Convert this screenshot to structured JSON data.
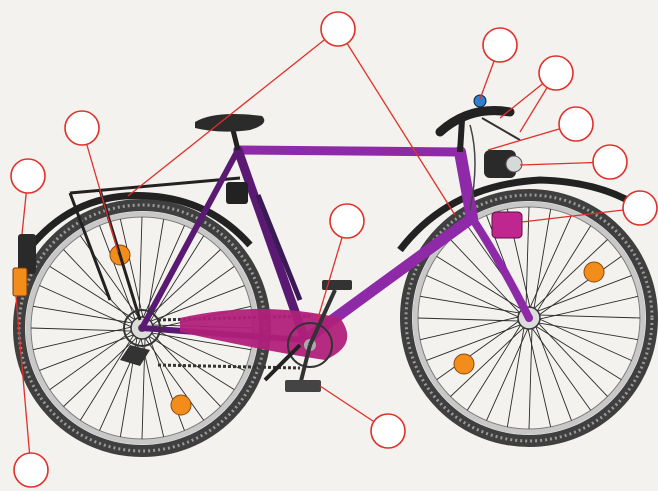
{
  "diagram": {
    "subject": "bicycle",
    "colors": {
      "frame": "#8e2aa8",
      "frame_dark": "#5a1a73",
      "chainguard": "#b0207a",
      "tyre": "#3f3f3f",
      "tyre_tread": "#9a9a9a",
      "rim": "#c8c8c8",
      "spoke": "#2a2a2a",
      "reflector": "#f28c1a",
      "saddle": "#2b2b2b",
      "callout": "#e0302a",
      "background": "#f3f2ee"
    },
    "callouts": [
      {
        "part": "rear-reflector"
      },
      {
        "part": "rear-wheel-spoke-reflector"
      },
      {
        "part": "frame"
      },
      {
        "part": "bell"
      },
      {
        "part": "brake-levers"
      },
      {
        "part": "brake-cable"
      },
      {
        "part": "front-lamp"
      },
      {
        "part": "dynamo"
      },
      {
        "part": "chainring"
      },
      {
        "part": "pedal"
      },
      {
        "part": "rear-light"
      }
    ]
  }
}
